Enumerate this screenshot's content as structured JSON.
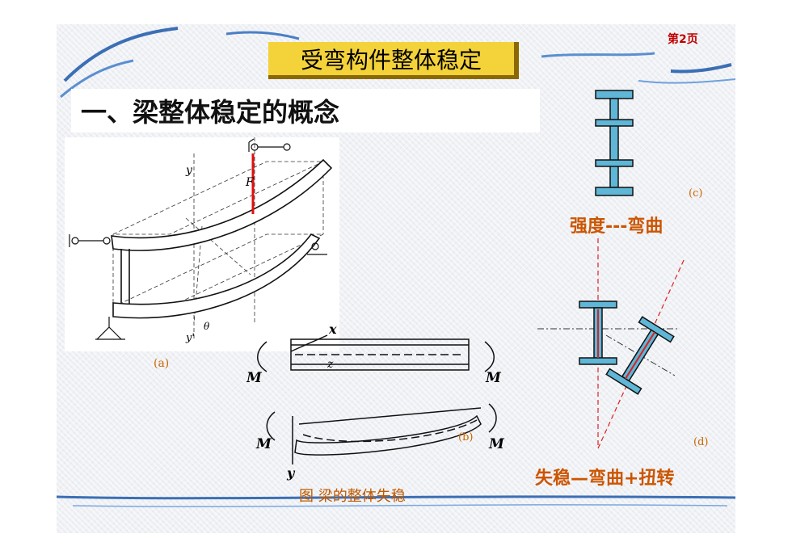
{
  "slide": {
    "title": "受弯构件整体稳定",
    "page_number": "第2页",
    "section_heading": "一、梁整体稳定的概念",
    "figure_caption": "图  梁的整体失稳"
  },
  "figure_a": {
    "label": "(a)",
    "axis_y": "y",
    "axis_y_prime": "y'",
    "theta": "θ",
    "force": "F"
  },
  "figure_b": {
    "label": "(b)",
    "x": "x",
    "z": "z",
    "y": "y",
    "moment": "M"
  },
  "figure_c": {
    "label": "(c)",
    "caption": "强度---弯曲"
  },
  "figure_d": {
    "label": "(d)",
    "caption": "失稳—弯曲+扭转"
  },
  "colors": {
    "title_bg": "#f4d23a",
    "accent_orange": "#cc5500",
    "page_red": "#c00000",
    "section_red_line": "#e02020"
  }
}
